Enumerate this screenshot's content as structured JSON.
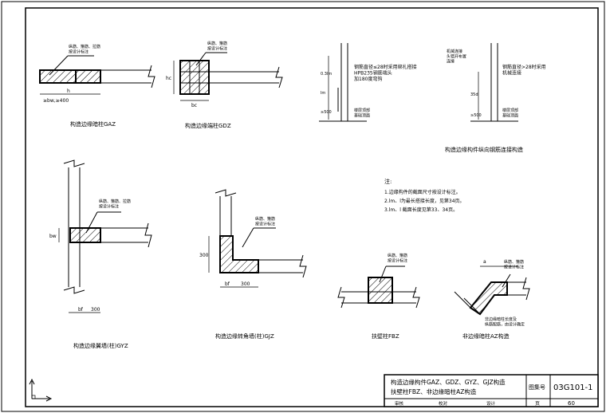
{
  "details": {
    "gaz": {
      "callout": "纵筋、箍筋、拉筋\n按设计标注",
      "dim_h": "h",
      "dim_bottom": "≥bw,≥400",
      "caption": "构造边缘暗柱GAZ"
    },
    "gdz": {
      "callout": "纵筋、箍筋\n按设计标注",
      "dim_side": "hc",
      "dim_bottom": "bc",
      "caption": "构造边缘端柱GDZ"
    },
    "lap": {
      "note_left": "钢筋直径≤28时采用绑扎搭接\nHPB235钢筋端头\n加180度弯钩",
      "note_right": "钢筋直径>28时采用\n机械连接",
      "note_right_top": "机械连接\n头错开布置\n连接",
      "dims_left": [
        "0.3lm",
        "lm",
        "≥500"
      ],
      "dims_right": [
        "35d",
        "≥500"
      ],
      "floor_label": "楼层顶部\n基础顶面",
      "caption": "构造边缘构件纵向钢筋连接构造"
    },
    "gyz": {
      "callout": "纵筋、箍筋、拉筋\n按设计标注",
      "dim_side": "bw",
      "dim_bottom_a": "bf",
      "dim_bottom_b": "300",
      "caption": "构造边缘翼墙(柱)GYZ"
    },
    "gjz": {
      "callout": "纵筋、箍筋\n按设计标注",
      "dim_side": "300",
      "dim_bottom_a": "bf",
      "dim_bottom_b": "300",
      "caption": "构造边缘转角墙(柱)GJZ"
    },
    "bz": {
      "callout": "纵筋、箍筋\n按设计标注",
      "caption": "扶壁柱FBZ"
    },
    "az": {
      "callout": "纵筋、箍筋\n按设计标注",
      "dim_top": "a",
      "note": "非边缘暗柱长度及\n纵筋配筋，由设计确定",
      "caption": "非边缘暗柱AZ构造"
    }
  },
  "notes": {
    "heading": "注:",
    "items": [
      "1.边缘构件的截面尺寸按设计标注。",
      "2.lm、l为最长搭接长度，见第34页。",
      "3.lm、l 截面长度见第33、34页。"
    ]
  },
  "title_block": {
    "title_line1": "构造边缘构件GAZ、GDZ、GYZ、GJZ构造",
    "title_line2": "扶壁柱FBZ、非边缘暗柱AZ构造",
    "atlas_label": "图集号",
    "atlas_number": "03G101-1",
    "page_label": "页",
    "page_number": "60",
    "sign_labels": [
      "审核",
      "校对",
      "设计"
    ]
  }
}
